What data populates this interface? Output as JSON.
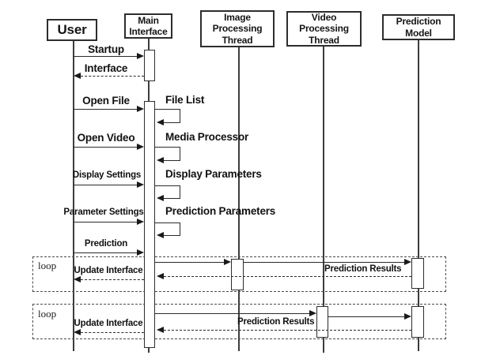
{
  "participants": [
    {
      "name": "User",
      "lines": [
        "User"
      ]
    },
    {
      "name": "Main Interface",
      "lines": [
        "Main",
        "Interface"
      ]
    },
    {
      "name": "Image Processing Thread",
      "lines": [
        "Image",
        "Processing",
        "Thread"
      ]
    },
    {
      "name": "Video Processing Thread",
      "lines": [
        "Video",
        "Processing",
        "Thread"
      ]
    },
    {
      "name": "Prediction Model",
      "lines": [
        "Prediction",
        "Model"
      ]
    }
  ],
  "messages": [
    {
      "label": "Startup",
      "from": "User",
      "to": "Main Interface",
      "line": "solid"
    },
    {
      "label": "Interface",
      "from": "Main Interface",
      "to": "User",
      "line": "dashed"
    },
    {
      "label": "Open File",
      "from": "User",
      "to": "Main Interface",
      "line": "solid"
    },
    {
      "label": "File List",
      "from": "Main Interface",
      "to": "Main Interface",
      "line": "self"
    },
    {
      "label": "Open Video",
      "from": "User",
      "to": "Main Interface",
      "line": "solid"
    },
    {
      "label": "Media Processor",
      "from": "Main Interface",
      "to": "Main Interface",
      "line": "self"
    },
    {
      "label": "Display Settings",
      "from": "User",
      "to": "Main Interface",
      "line": "solid"
    },
    {
      "label": "Display Parameters",
      "from": "Main Interface",
      "to": "Main Interface",
      "line": "self"
    },
    {
      "label": "Parameter Settings",
      "from": "User",
      "to": "Main Interface",
      "line": "solid"
    },
    {
      "label": "Prediction Parameters",
      "from": "Main Interface",
      "to": "Main Interface",
      "line": "self"
    },
    {
      "label": "Prediction",
      "from": "User",
      "to": "Main Interface",
      "line": "solid"
    }
  ],
  "loops": [
    {
      "label": "loop",
      "messages": [
        {
          "label": "",
          "from": "Main Interface",
          "to": "Image Processing Thread",
          "line": "solid"
        },
        {
          "label": "",
          "from": "Image Processing Thread",
          "to": "Prediction Model",
          "line": "solid"
        },
        {
          "label": "Prediction Results",
          "from": "Prediction Model",
          "to": "Main Interface",
          "line": "dashed"
        },
        {
          "label": "Update Interface",
          "from": "Main Interface",
          "to": "User",
          "line": "dashed"
        }
      ]
    },
    {
      "label": "loop",
      "messages": [
        {
          "label": "",
          "from": "Main Interface",
          "to": "Video Processing Thread",
          "line": "solid"
        },
        {
          "label": "",
          "from": "Video Processing Thread",
          "to": "Prediction Model",
          "line": "solid"
        },
        {
          "label": "Prediction Results",
          "from": "Prediction Model",
          "to": "Main Interface",
          "line": "dashed"
        },
        {
          "label": "Update Interface",
          "from": "Main Interface",
          "to": "User",
          "line": "dashed"
        }
      ]
    }
  ],
  "colors": {
    "line": "#2a2a2a",
    "box_border": "#2d2d2d",
    "background": "#ffffff",
    "text": "#111111"
  }
}
